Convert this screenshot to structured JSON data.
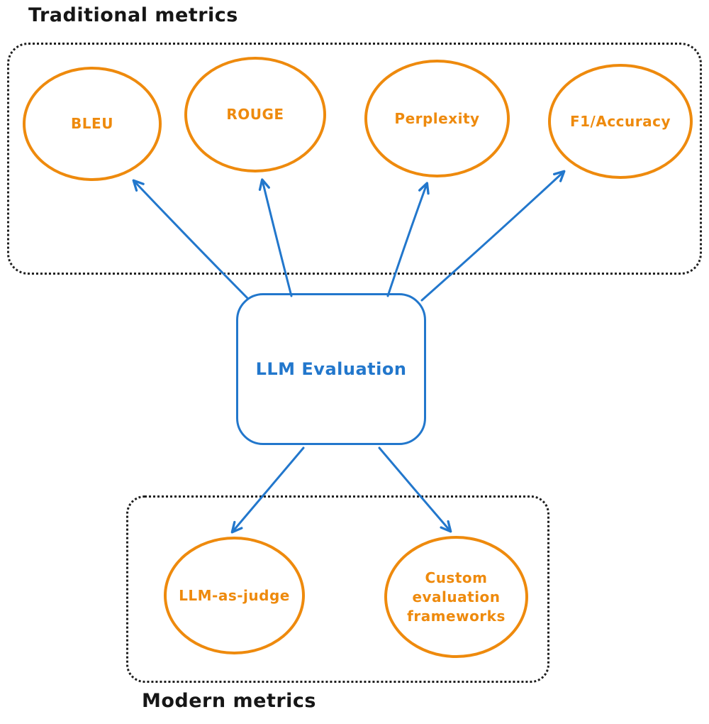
{
  "diagram": {
    "background": "#ffffff",
    "groups": {
      "traditional": {
        "title": "Traditional metrics"
      },
      "modern": {
        "title": "Modern metrics"
      }
    },
    "center_node": {
      "label": "LLM Evaluation"
    },
    "nodes": [
      {
        "id": "bleu",
        "label": "BLEU",
        "group": "traditional"
      },
      {
        "id": "rouge",
        "label": "ROUGE",
        "group": "traditional"
      },
      {
        "id": "perplexity",
        "label": "Perplexity",
        "group": "traditional"
      },
      {
        "id": "f1",
        "label": "F1/Accuracy",
        "group": "traditional"
      },
      {
        "id": "llm-judge",
        "label": "LLM-as-judge",
        "group": "modern"
      },
      {
        "id": "custom",
        "label": "Custom evaluation frameworks",
        "group": "modern"
      }
    ],
    "edges": [
      {
        "from": "LLM Evaluation",
        "to": "BLEU"
      },
      {
        "from": "LLM Evaluation",
        "to": "ROUGE"
      },
      {
        "from": "LLM Evaluation",
        "to": "Perplexity"
      },
      {
        "from": "LLM Evaluation",
        "to": "F1/Accuracy"
      },
      {
        "from": "LLM Evaluation",
        "to": "LLM-as-judge"
      },
      {
        "from": "LLM Evaluation",
        "to": "Custom evaluation frameworks"
      }
    ],
    "colors": {
      "metric_node_stroke": "#ee8a0d",
      "metric_node_text": "#ee8a0d",
      "center_node_stroke": "#2277cc",
      "center_node_text": "#2277cc",
      "arrow": "#2277cc",
      "group_border": "#1f1f1f",
      "title_text": "#161616",
      "background": "#ffffff"
    }
  }
}
